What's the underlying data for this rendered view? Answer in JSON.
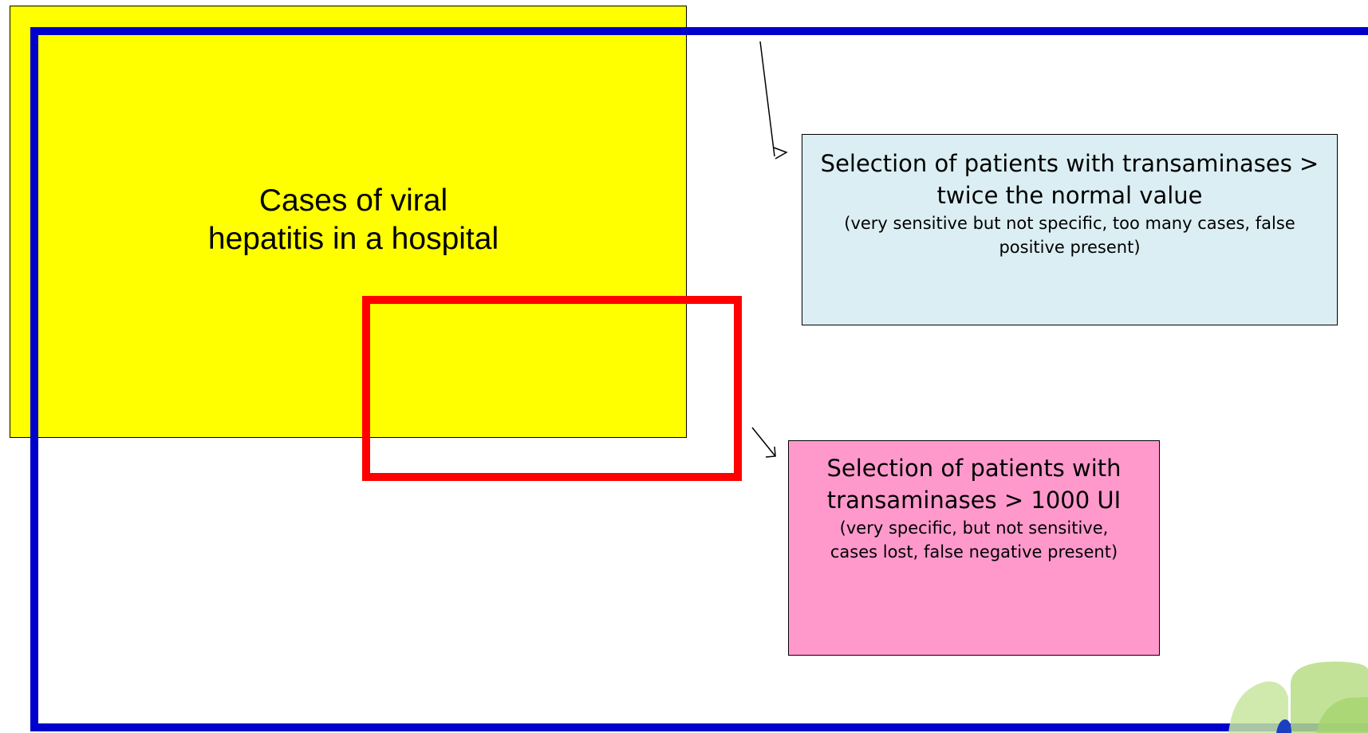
{
  "diagram": {
    "population_box": {
      "line1": "Cases of viral",
      "line2": "hepatitis in a hospital",
      "fill": "#ffff00"
    },
    "sensitive_selection": {
      "title": "Selection of patients with transaminases > twice the normal value",
      "note": "(very sensitive but not specific, too many cases, false positive present)",
      "fill": "#dbeef3",
      "frame_color": "#0000cc"
    },
    "specific_selection": {
      "title": "Selection of patients with transaminases > 1000 UI",
      "note": "(very specific, but not sensitive, cases lost, false negative present)",
      "fill": "#ff99cc",
      "frame_color": "#ff0000"
    },
    "corner_logo": {
      "icon": "leaf-logo-icon"
    }
  }
}
